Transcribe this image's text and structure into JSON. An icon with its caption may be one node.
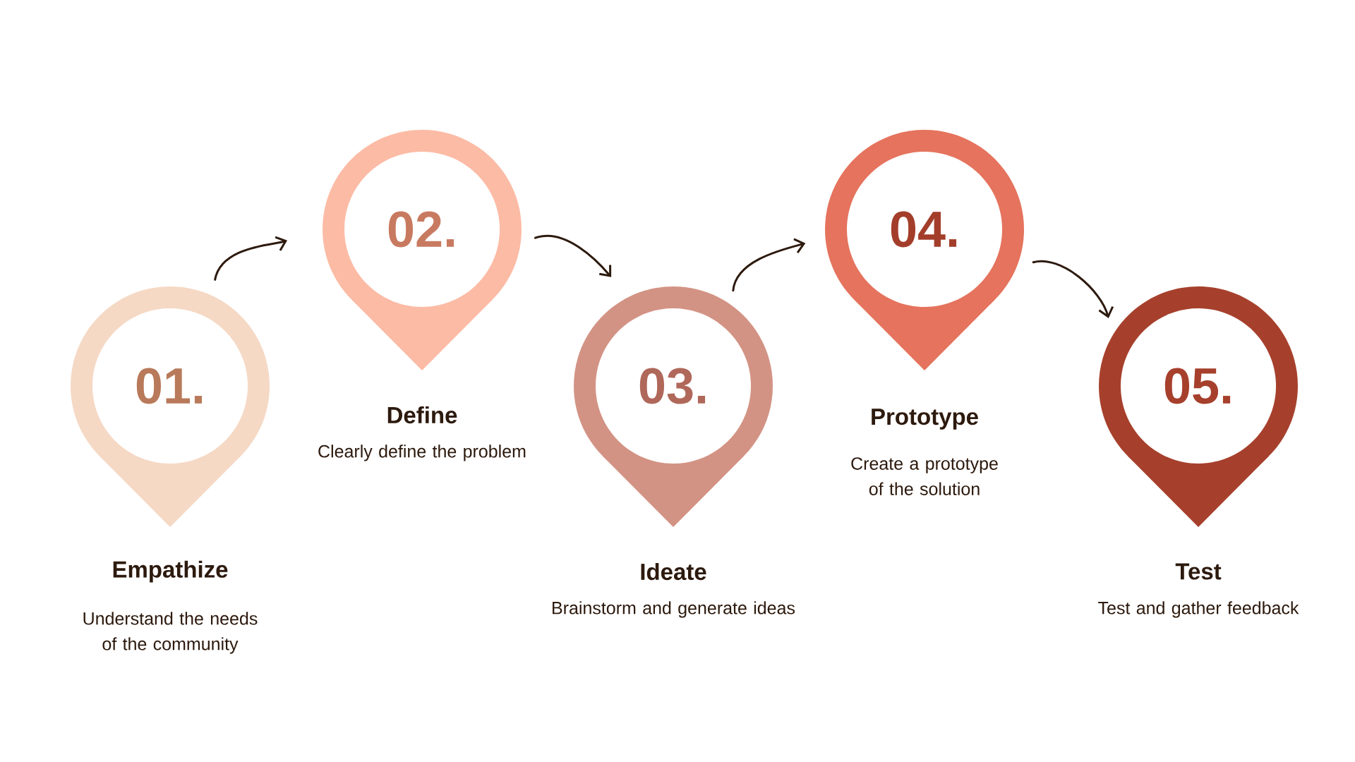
{
  "diagram": {
    "nodes": [
      {
        "text": [
          "01.",
          "Empathize",
          "Understand the needs of the community"
        ]
      },
      {
        "text": [
          "02.",
          "Define",
          "Clearly define the problem"
        ]
      },
      {
        "text": [
          "03.",
          "Ideate",
          "Brainstorm and generate ideas"
        ]
      },
      {
        "text": [
          "04.",
          "Prototype",
          "Create a prototype of the solution"
        ]
      },
      {
        "text": [
          "05.",
          "Test",
          "Test and gather feedback"
        ]
      }
    ],
    "edges": [
      {
        "from": 0,
        "to": 1,
        "arrow": "to"
      },
      {
        "from": 1,
        "to": 2,
        "arrow": "to"
      },
      {
        "from": 2,
        "to": 3,
        "arrow": "to"
      },
      {
        "from": 3,
        "to": 4,
        "arrow": "to"
      }
    ]
  }
}
